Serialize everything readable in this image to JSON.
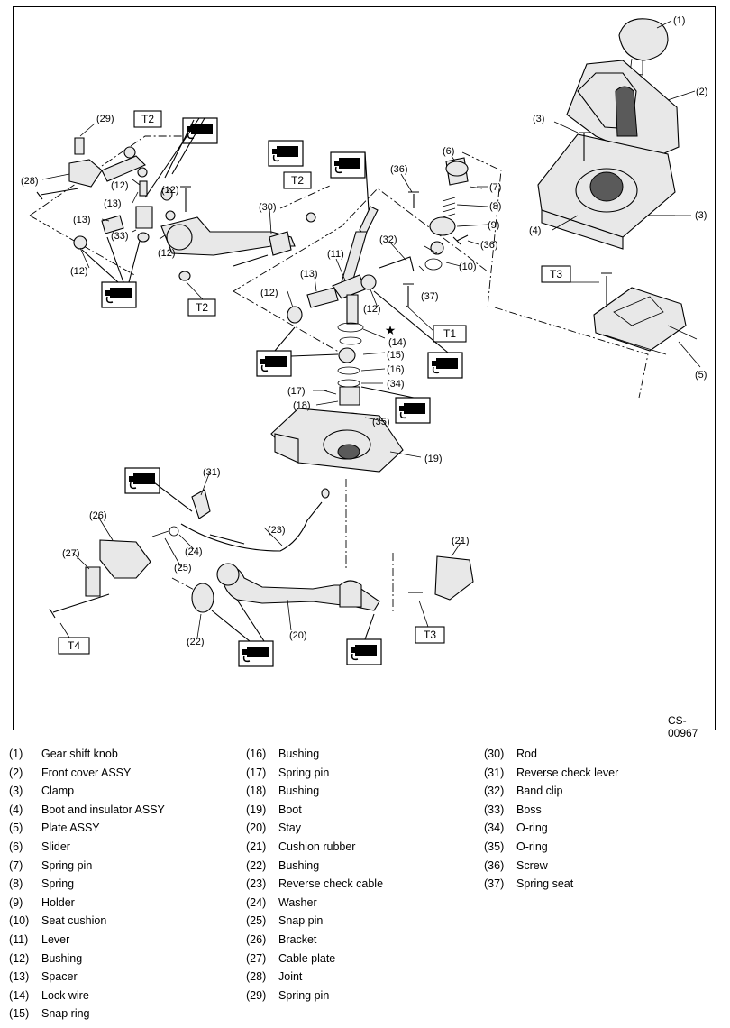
{
  "diagram": {
    "code": "CS-00967",
    "torque_labels": [
      "T1",
      "T2",
      "T3",
      "T4"
    ],
    "grease_icon": "grease-gun-icon",
    "star_marker": "★",
    "callouts": [
      "(1)",
      "(2)",
      "(3)",
      "(4)",
      "(5)",
      "(6)",
      "(7)",
      "(8)",
      "(9)",
      "(10)",
      "(11)",
      "(12)",
      "(13)",
      "(14)",
      "(15)",
      "(16)",
      "(17)",
      "(18)",
      "(19)",
      "(20)",
      "(21)",
      "(22)",
      "(23)",
      "(24)",
      "(25)",
      "(26)",
      "(27)",
      "(28)",
      "(29)",
      "(30)",
      "(31)",
      "(32)",
      "(33)",
      "(34)",
      "(35)",
      "(36)",
      "(37)"
    ]
  },
  "legend": {
    "col1": [
      {
        "num": "(1)",
        "name": "Gear shift knob"
      },
      {
        "num": "(2)",
        "name": "Front cover ASSY"
      },
      {
        "num": "(3)",
        "name": "Clamp"
      },
      {
        "num": "(4)",
        "name": "Boot and insulator ASSY"
      },
      {
        "num": "(5)",
        "name": "Plate ASSY"
      },
      {
        "num": "(6)",
        "name": "Slider"
      },
      {
        "num": "(7)",
        "name": "Spring pin"
      },
      {
        "num": "(8)",
        "name": "Spring"
      },
      {
        "num": "(9)",
        "name": "Holder"
      },
      {
        "num": "(10)",
        "name": "Seat cushion"
      },
      {
        "num": "(11)",
        "name": "Lever"
      },
      {
        "num": "(12)",
        "name": "Bushing"
      },
      {
        "num": "(13)",
        "name": "Spacer"
      },
      {
        "num": "(14)",
        "name": "Lock wire"
      },
      {
        "num": "(15)",
        "name": "Snap ring"
      }
    ],
    "col2": [
      {
        "num": "(16)",
        "name": "Bushing"
      },
      {
        "num": "(17)",
        "name": "Spring pin"
      },
      {
        "num": "(18)",
        "name": "Bushing"
      },
      {
        "num": "(19)",
        "name": "Boot"
      },
      {
        "num": "(20)",
        "name": "Stay"
      },
      {
        "num": "(21)",
        "name": "Cushion rubber"
      },
      {
        "num": "(22)",
        "name": "Bushing"
      },
      {
        "num": "(23)",
        "name": "Reverse check cable"
      },
      {
        "num": "(24)",
        "name": "Washer"
      },
      {
        "num": "(25)",
        "name": "Snap pin"
      },
      {
        "num": "(26)",
        "name": "Bracket"
      },
      {
        "num": "(27)",
        "name": "Cable plate"
      },
      {
        "num": "(28)",
        "name": "Joint"
      },
      {
        "num": "(29)",
        "name": "Spring pin"
      }
    ],
    "col3": [
      {
        "num": "(30)",
        "name": "Rod"
      },
      {
        "num": "(31)",
        "name": "Reverse check lever"
      },
      {
        "num": "(32)",
        "name": "Band clip"
      },
      {
        "num": "(33)",
        "name": "Boss"
      },
      {
        "num": "(34)",
        "name": "O-ring"
      },
      {
        "num": "(35)",
        "name": "O-ring"
      },
      {
        "num": "(36)",
        "name": "Screw"
      },
      {
        "num": "(37)",
        "name": "Spring seat"
      }
    ]
  }
}
